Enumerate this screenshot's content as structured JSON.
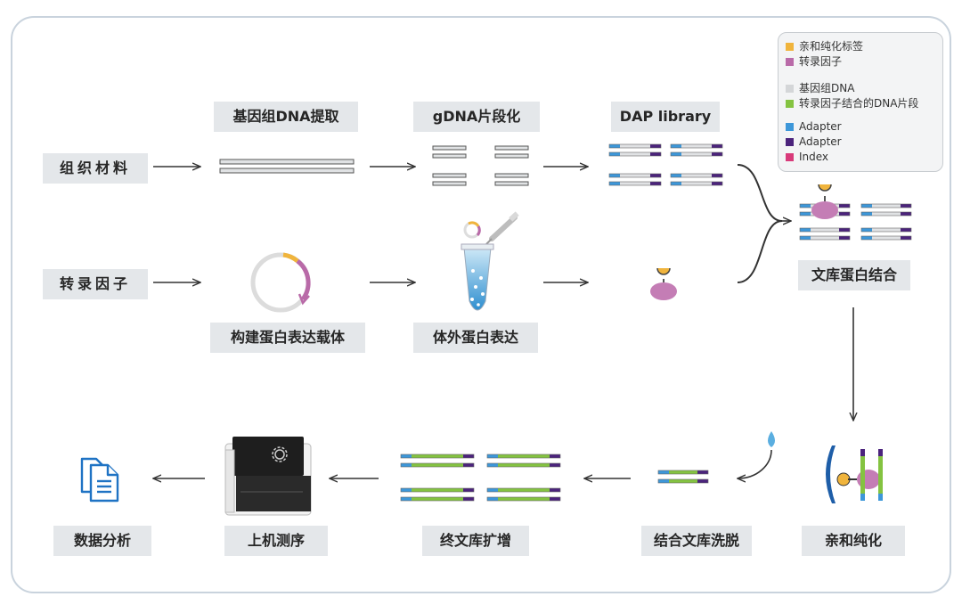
{
  "labels": {
    "tissue": "组织材料",
    "tf": "转录因子",
    "gdna_extract": "基因组DNA提取",
    "gdna_frag": "gDNA片段化",
    "dap_library": "DAP library",
    "vector": "构建蛋白表达载体",
    "invitro": "体外蛋白表达",
    "binding": "文库蛋白结合",
    "affinity": "亲和纯化",
    "elution": "结合文库洗脱",
    "amplify": "终文库扩增",
    "sequencing": "上机测序",
    "analysis": "数据分析"
  },
  "legend": {
    "groups": [
      [
        {
          "label": "亲和纯化标签",
          "color": "#f0b43c"
        },
        {
          "label": "转录因子",
          "color": "#b96aa8"
        }
      ],
      [
        {
          "label": "基因组DNA",
          "color": "#d4d6d8"
        },
        {
          "label": "转录因子结合的DNA片段",
          "color": "#84c341"
        }
      ],
      [
        {
          "label": "Adapter",
          "color": "#3d97d9"
        },
        {
          "label": "Adapter",
          "color": "#4b237c"
        },
        {
          "label": "Index",
          "color": "#d83a7a"
        }
      ]
    ]
  },
  "icons": [
    "arrow-icon",
    "plasmid-icon",
    "tube-icon",
    "pipette-icon",
    "protein-icon",
    "bead-icon",
    "droplet-icon",
    "sequencer-icon",
    "gear-icon",
    "documents-icon"
  ]
}
